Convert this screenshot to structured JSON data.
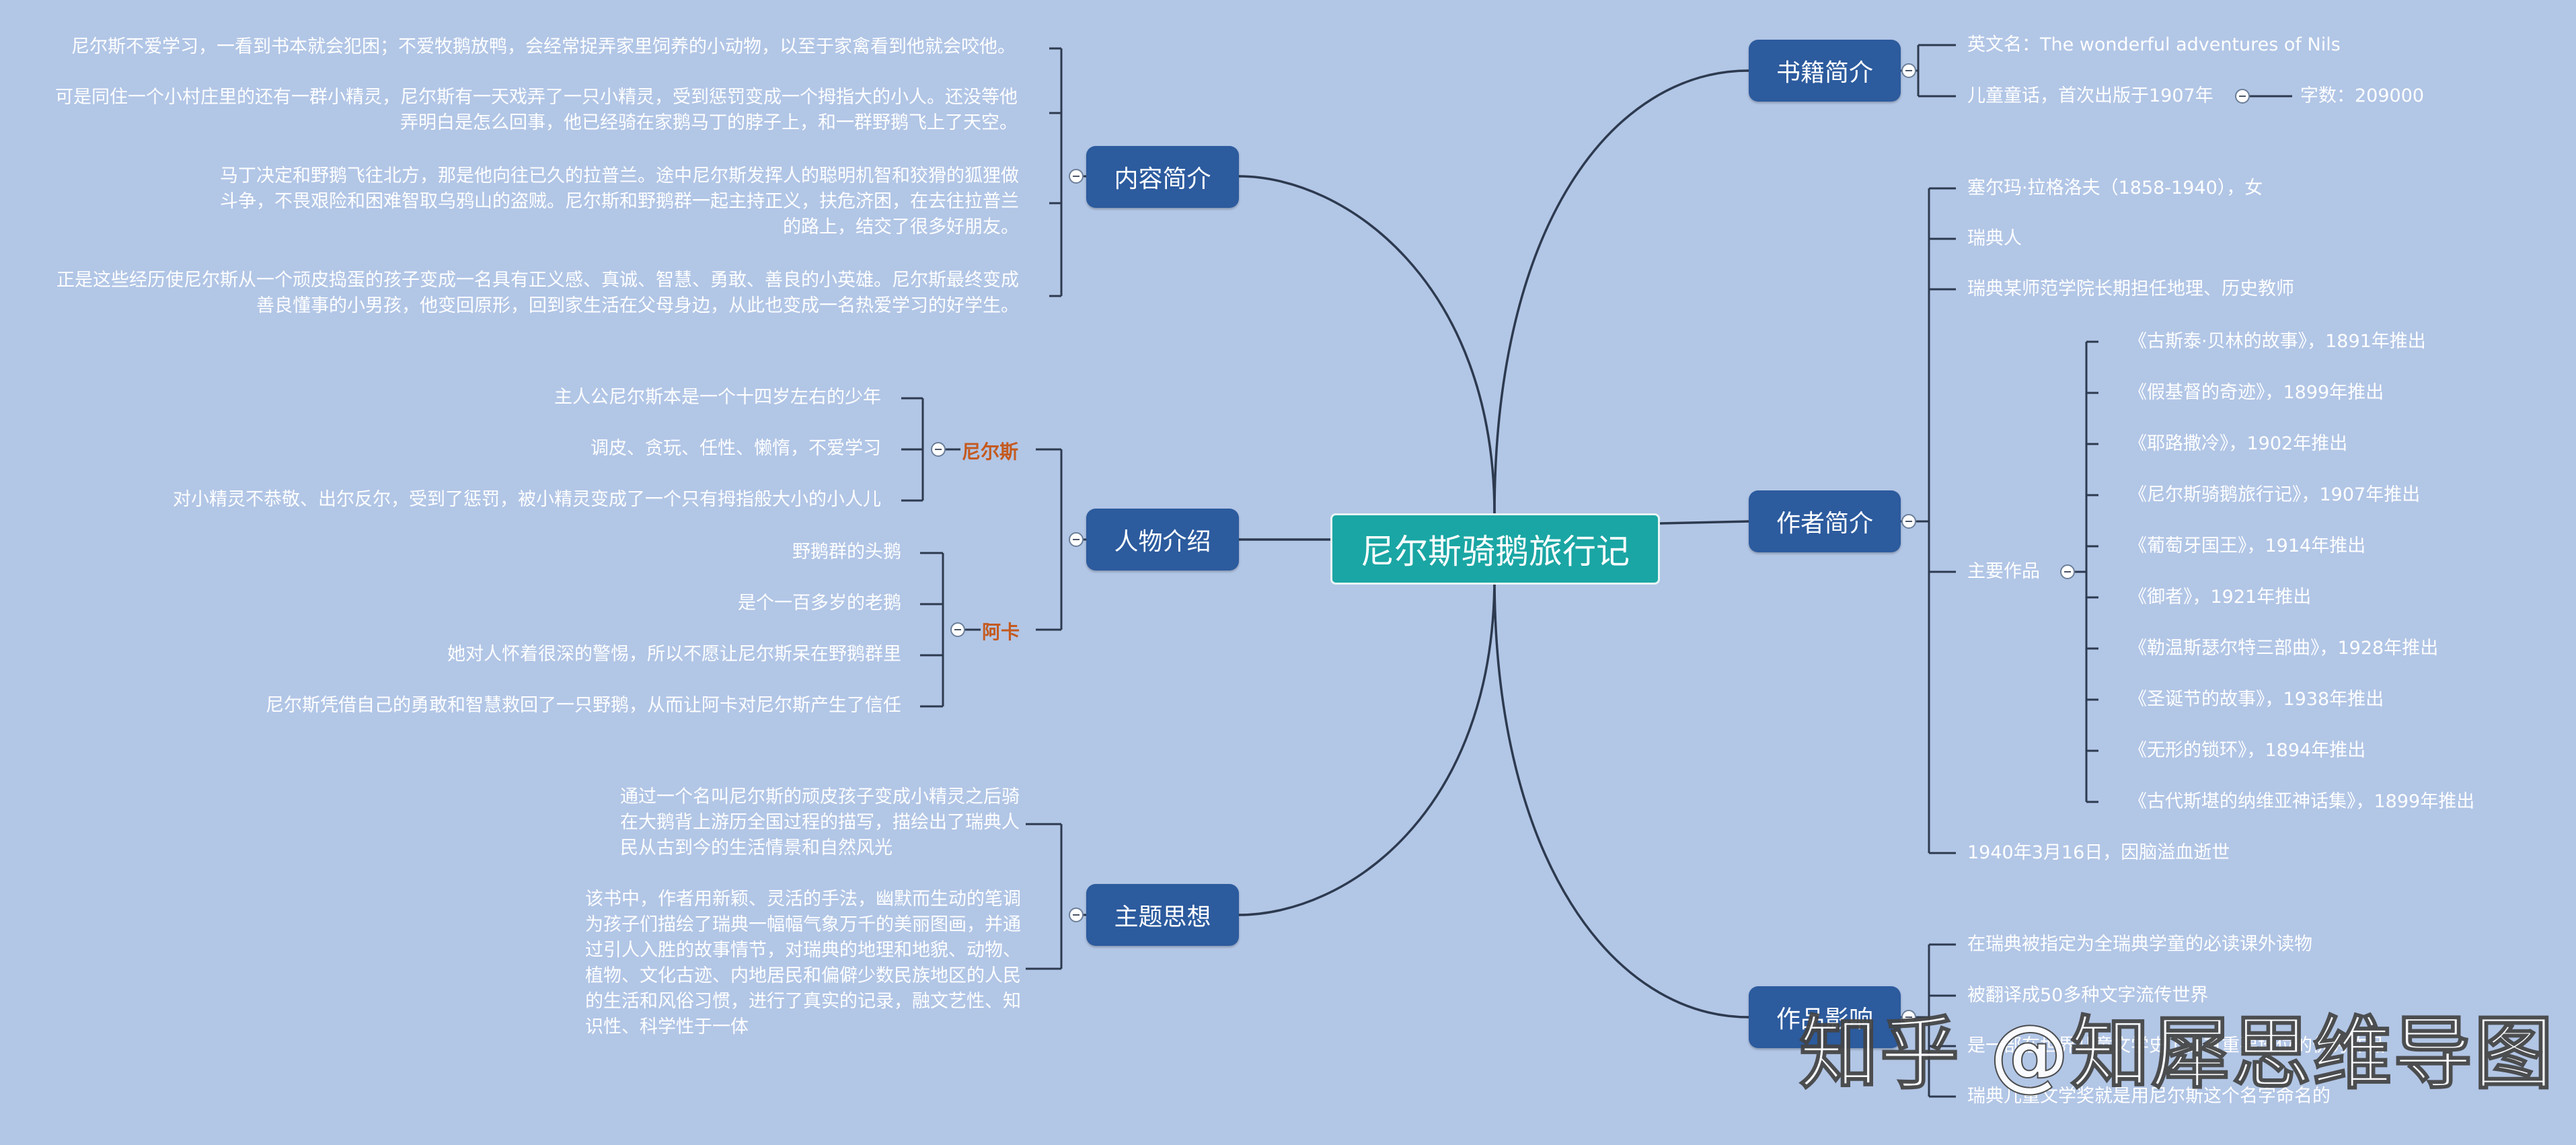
{
  "root": "尼尔斯骑鹅旅行记",
  "branches": {
    "content": "内容简介",
    "characters": "人物介绍",
    "theme": "主题思想",
    "book": "书籍简介",
    "author": "作者简介",
    "impact": "作品影响"
  },
  "content_items": [
    "尼尔斯不爱学习，一看到书本就会犯困；不爱牧鹅放鸭，会经常捉弄家里饲养的小动物，以至于家禽看到他就会咬他。",
    "可是同住一个小村庄里的还有一群小精灵，尼尔斯有一天戏弄了一只小精灵，受到惩罚变成一个拇指大的小人。还没等他弄明白是怎么回事，他已经骑在家鹅马丁的脖子上，和一群野鹅飞上了天空。",
    "马丁决定和野鹅飞往北方，那是他向往已久的拉普兰。途中尼尔斯发挥人的聪明机智和狡猾的狐狸做斗争，不畏艰险和困难智取乌鸦山的盗贼。尼尔斯和野鹅群一起主持正义，扶危济困，在去往拉普兰的路上，结交了很多好朋友。",
    "正是这些经历使尼尔斯从一个顽皮捣蛋的孩子变成一名具有正义感、真诚、智慧、勇敢、善良的小英雄。尼尔斯最终变成善良懂事的小男孩，他变回原形，回到家生活在父母身边，从此也变成一名热爱学习的好学生。"
  ],
  "nils": {
    "label": "尼尔斯",
    "items": [
      "主人公尼尔斯本是一个十四岁左右的少年",
      "调皮、贪玩、任性、懒惰，不爱学习",
      "对小精灵不恭敬、出尔反尔，受到了惩罚，被小精灵变成了一个只有拇指般大小的小人儿"
    ]
  },
  "akka": {
    "label": "阿卡",
    "items": [
      "野鹅群的头鹅",
      "是个一百多岁的老鹅",
      "她对人怀着很深的警惕，所以不愿让尼尔斯呆在野鹅群里",
      "尼尔斯凭借自己的勇敢和智慧救回了一只野鹅，从而让阿卡对尼尔斯产生了信任"
    ]
  },
  "theme_items": [
    "通过一个名叫尼尔斯的顽皮孩子变成小精灵之后骑在大鹅背上游历全国过程的描写，描绘出了瑞典人民从古到今的生活情景和自然风光",
    "该书中，作者用新颖、灵活的手法，幽默而生动的笔调为孩子们描绘了瑞典一幅幅气象万千的美丽图画，并通过引人入胜的故事情节，对瑞典的地理和地貌、动物、植物、文化古迹、内地居民和偏僻少数民族地区的人民的生活和风俗习惯，进行了真实的记录，融文艺性、知识性、科学性于一体"
  ],
  "book": {
    "english_name": "英文名：The wonderful adventures of Nils",
    "published": "儿童童话，首次出版于1907年",
    "words": "字数：209000"
  },
  "author": {
    "name": "塞尔玛·拉格洛夫（1858-1940），女",
    "nationality": "瑞典人",
    "job": "瑞典某师范学院长期担任地理、历史教师",
    "works_label": "主要作品",
    "works": [
      "《古斯泰·贝林的故事》，1891年推出",
      "《假基督的奇迹》，1899年推出",
      "《耶路撒冷》，1902年推出",
      "《尼尔斯骑鹅旅行记》，1907年推出",
      "《葡萄牙国王》，1914年推出",
      "《御者》，1921年推出",
      "《勒温斯瑟尔特三部曲》，1928年推出",
      "《圣诞节的故事》，1938年推出",
      "《无形的锁环》，1894年推出",
      "《古代斯堪的纳维亚神话集》，1899年推出"
    ],
    "death": "1940年3月16日，因脑溢血逝世"
  },
  "impact_items": [
    "在瑞典被指定为全瑞典学童的必读课外读物",
    "被翻译成50多种文字流传世界",
    "是一部在世界儿童文学史上占有重要地位的优秀作品",
    "瑞典儿童文学奖就是用尼尔斯这个名字命名的"
  ],
  "watermark": "知乎 @知犀思维导图",
  "colors": {
    "background": "#b2c6e6",
    "node": "#2c5b9e",
    "root": "#1aa6a4",
    "label": "#c5591e",
    "line": "#2d3a4f"
  }
}
